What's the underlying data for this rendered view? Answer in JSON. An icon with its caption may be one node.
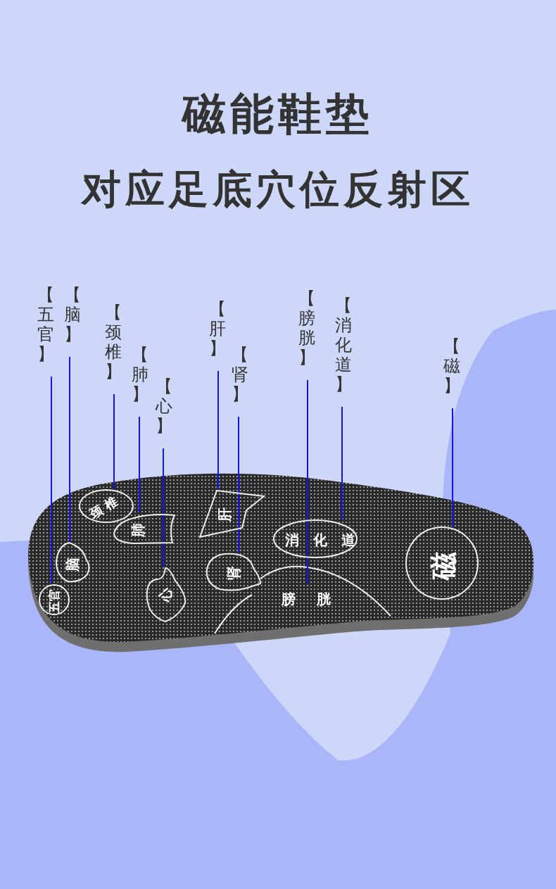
{
  "diagram": {
    "title": "磁能鞋垫",
    "nodes": [
      {
        "text": [
          "【五官】"
        ]
      },
      {
        "text": [
          "【脑】"
        ]
      },
      {
        "text": [
          "【颈椎】"
        ]
      },
      {
        "text": [
          "【肺】"
        ]
      },
      {
        "text": [
          "【心】"
        ]
      },
      {
        "text": [
          "【肝】"
        ]
      },
      {
        "text": [
          "【肾】"
        ]
      },
      {
        "text": [
          "【膀胱】"
        ]
      },
      {
        "text": [
          "【消化道】"
        ]
      },
      {
        "text": [
          "【磁】"
        ]
      },
      {
        "text": [
          "五官"
        ]
      },
      {
        "text": [
          "脑"
        ]
      },
      {
        "text": [
          "颈椎"
        ]
      },
      {
        "text": [
          "肺"
        ]
      },
      {
        "text": [
          "心"
        ]
      },
      {
        "text": [
          "肝"
        ]
      },
      {
        "text": [
          "肾"
        ]
      },
      {
        "text": [
          "消化道"
        ]
      },
      {
        "text": [
          "膀胱"
        ]
      },
      {
        "text": [
          "磁"
        ]
      }
    ],
    "edges": [
      {
        "from": 0,
        "to": 10,
        "arrow": "none"
      },
      {
        "from": 1,
        "to": 11,
        "arrow": "none"
      },
      {
        "from": 2,
        "to": 12,
        "arrow": "none"
      },
      {
        "from": 3,
        "to": 13,
        "arrow": "none"
      },
      {
        "from": 4,
        "to": 14,
        "arrow": "none"
      },
      {
        "from": 5,
        "to": 15,
        "arrow": "none"
      },
      {
        "from": 6,
        "to": 16,
        "arrow": "none"
      },
      {
        "from": 7,
        "to": 18,
        "arrow": "none"
      },
      {
        "from": 8,
        "to": 17,
        "arrow": "none"
      },
      {
        "from": 9,
        "to": 19,
        "arrow": "none"
      }
    ],
    "labels": [
      "对应足底穴位反射区"
    ]
  }
}
